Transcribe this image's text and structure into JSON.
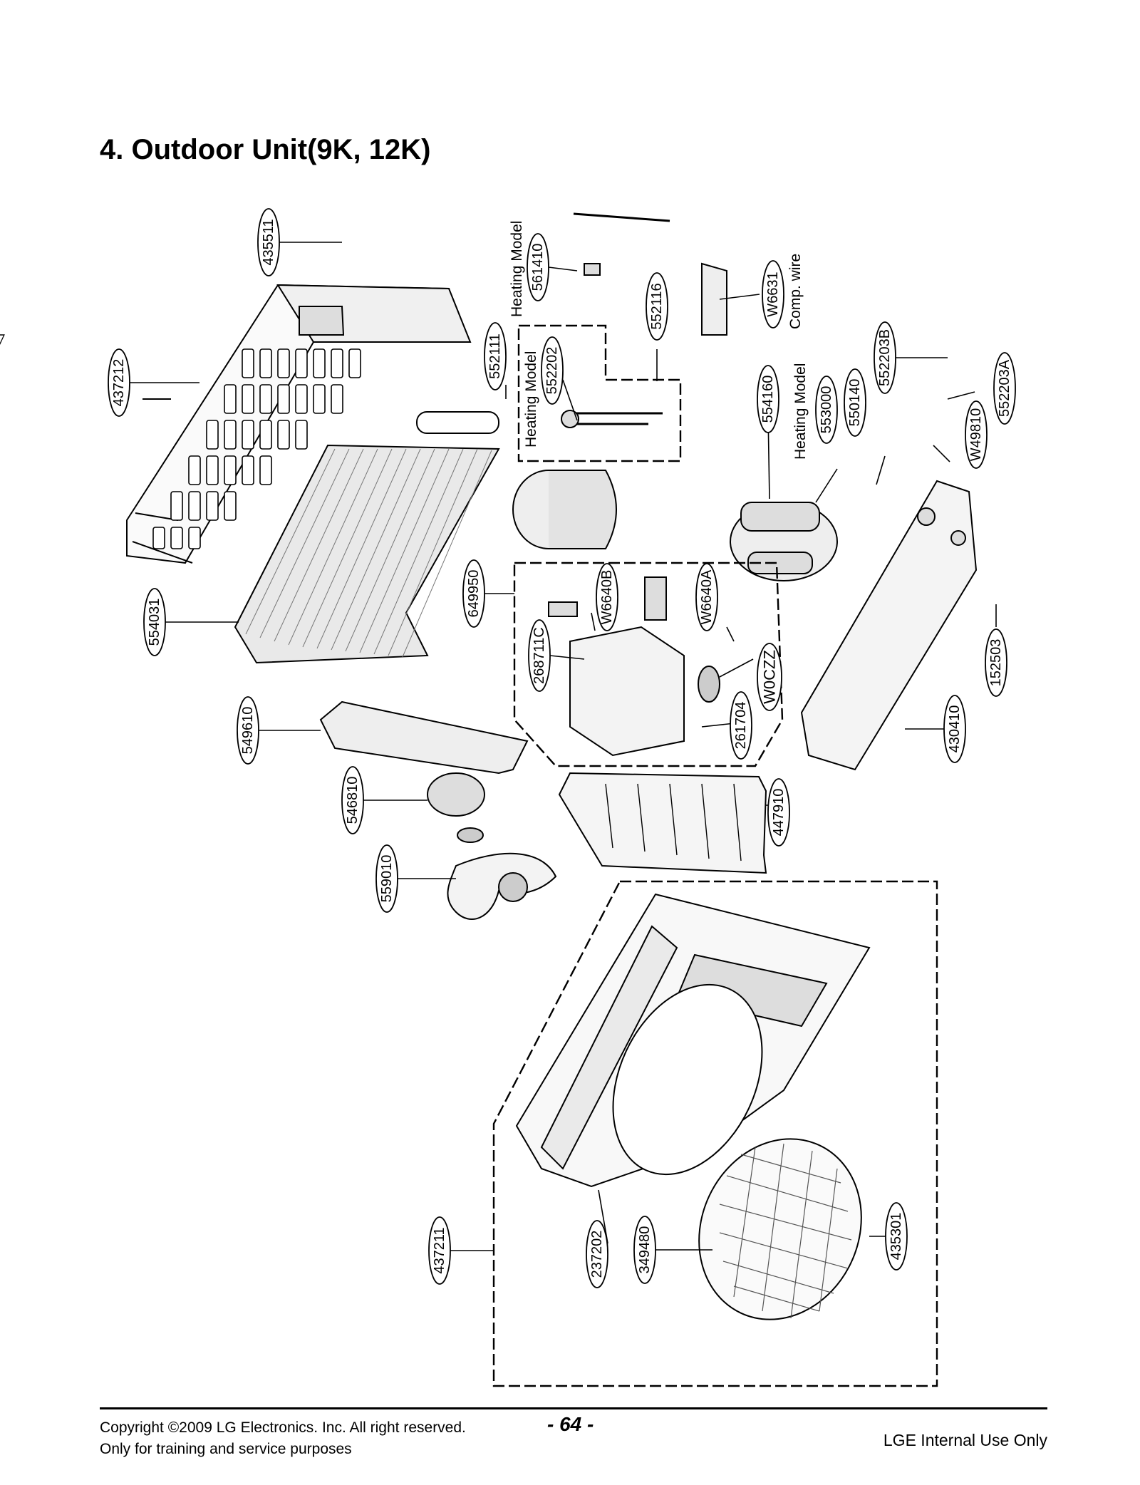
{
  "page": {
    "title": "4. Outdoor Unit(9K, 12K)",
    "page_number": "- 64 -",
    "copyright": "Copyright ©2009 LG Electronics. Inc. All right reserved.",
    "training_note": "Only for training and service purposes",
    "internal": "LGE Internal Use Only"
  },
  "parts": {
    "p435511": "435511",
    "p437212": "437212",
    "p554031": "554031",
    "p649950": "649950",
    "p549610": "549610",
    "p546810": "546810",
    "p559010": "559010",
    "p437211": "437211",
    "p237202": "237202",
    "p349480": "349480",
    "p435301": "435301",
    "p561410": "561410",
    "p552202": "552202",
    "p552116": "552116",
    "p552111": "552111",
    "pW6631": "W6631",
    "p554160": "554160",
    "p553000": "553000",
    "p550140": "550140",
    "p552203B": "552203B",
    "p552203A": "552203A",
    "pW49810": "W49810",
    "p152503": "152503",
    "p430410": "430410",
    "p447910": "447910",
    "p268711C": "268711C",
    "pW6640B": "W6640B",
    "pW6640A": "W6640A",
    "pW0CZZ": "W0CZZ",
    "p261704": "261704"
  },
  "notes": {
    "heating1": "Heating Model",
    "heating2": "Heating Model",
    "heating3": "Heating Model",
    "comp_wire": "Comp. wire"
  }
}
